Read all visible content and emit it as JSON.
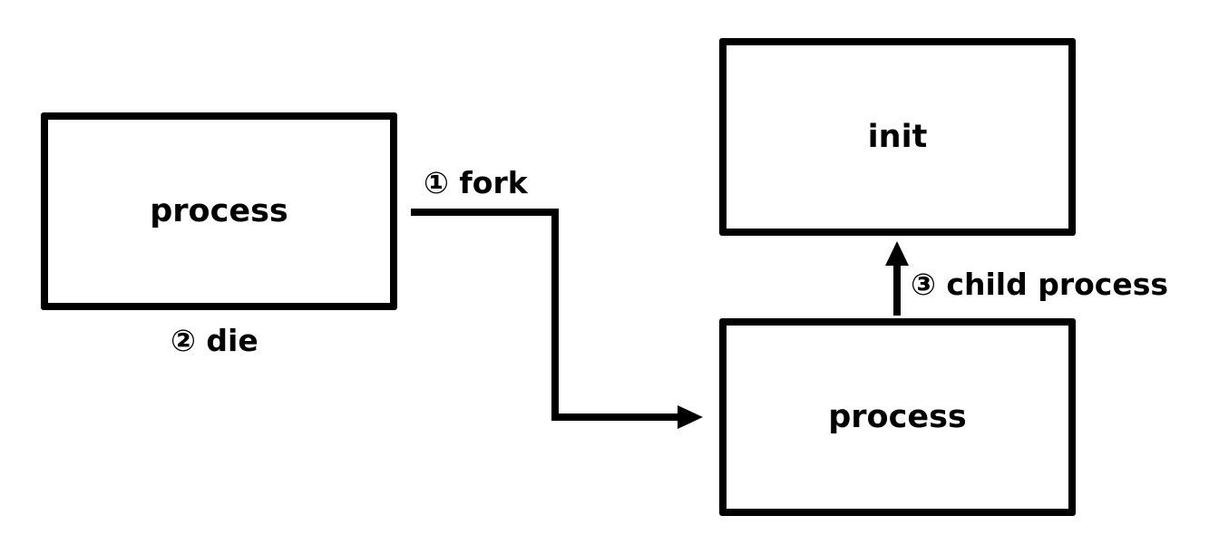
{
  "nodes": {
    "parent_process": {
      "label": "process"
    },
    "init": {
      "label": "init"
    },
    "child_process": {
      "label": "process"
    }
  },
  "edges": {
    "fork": {
      "label": "① fork"
    },
    "die": {
      "label": "② die"
    },
    "child_to_init": {
      "label": "③ child process"
    }
  },
  "colors": {
    "stroke": "#000000",
    "background": "#ffffff"
  }
}
